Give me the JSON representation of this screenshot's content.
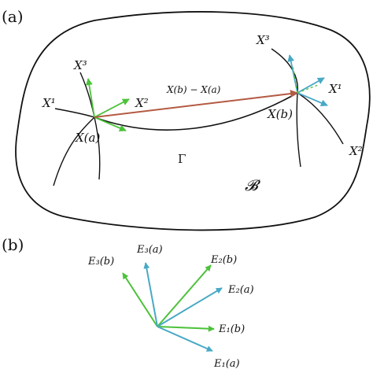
{
  "panel_a": {
    "label": "(a)",
    "region_label": "𝓑",
    "curve_label": "Γ",
    "vector_label": "X(b) − X(a)",
    "point_a_label": "X(a)",
    "point_b_label": "X(b)",
    "axes_at_a": {
      "x1": "X¹",
      "x2": "X²",
      "x3": "X³"
    },
    "axes_at_b": {
      "x1": "X¹",
      "x2": "X²",
      "x3": "X³"
    }
  },
  "panel_b": {
    "label": "(b)",
    "vectors": {
      "e3b": "E₃(b)",
      "e3a": "E₃(a)",
      "e2b": "E₂(b)",
      "e2a": "E₂(a)",
      "e1b": "E₁(b)",
      "e1a": "E₁(a)"
    }
  },
  "colors": {
    "green": "#4cc23a",
    "blue": "#48a9c5",
    "brown": "#b45a42",
    "ink": "#111111"
  }
}
